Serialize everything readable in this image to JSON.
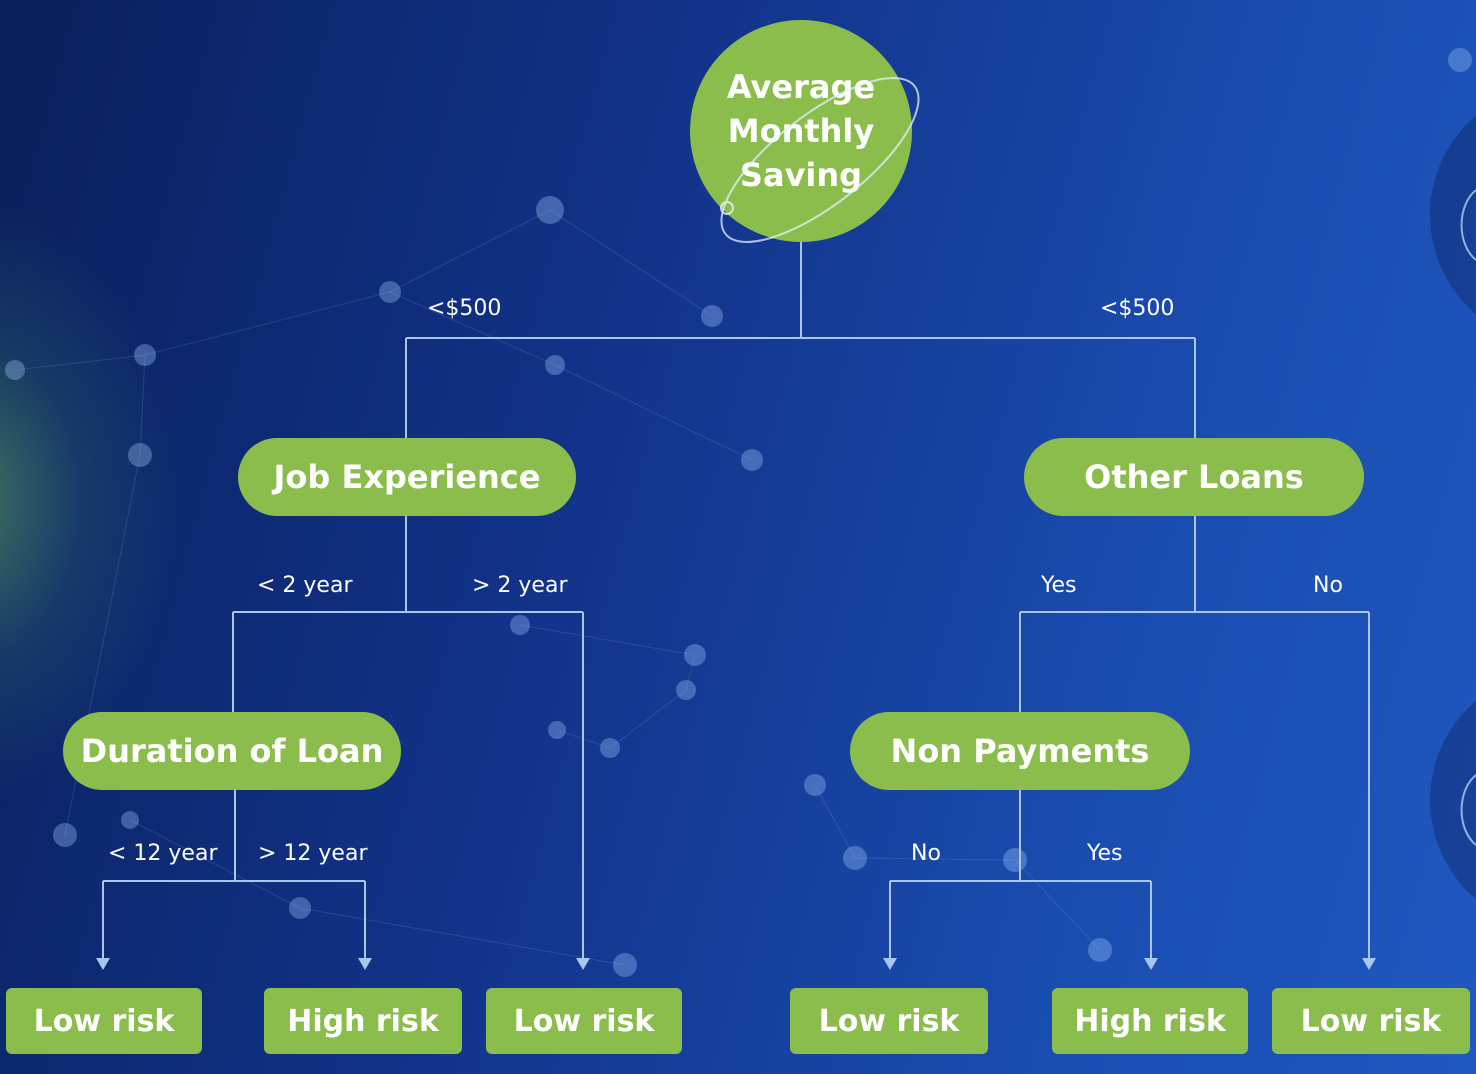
{
  "root": {
    "lines": [
      "Average",
      "Monthly",
      "Saving"
    ]
  },
  "nodes": {
    "job_experience": "Job Experience",
    "other_loans": "Other Loans",
    "duration_of_loan": "Duration of Loan",
    "non_payments": "Non Payments"
  },
  "edge_labels": {
    "root_left": "<$500",
    "root_right": "<$500",
    "job_left": "< 2 year",
    "job_right": "> 2 year",
    "loans_left": "Yes",
    "loans_right": "No",
    "duration_left": "< 12 year",
    "duration_right": "> 12 year",
    "nonpay_left": "No",
    "nonpay_right": "Yes"
  },
  "leaves": [
    "Low risk",
    "High risk",
    "Low risk",
    "Low risk",
    "High risk",
    "Low risk"
  ],
  "colors": {
    "node_fill": "#8bbd4c",
    "connector": "#a9c6ee",
    "text": "#ffffff"
  }
}
